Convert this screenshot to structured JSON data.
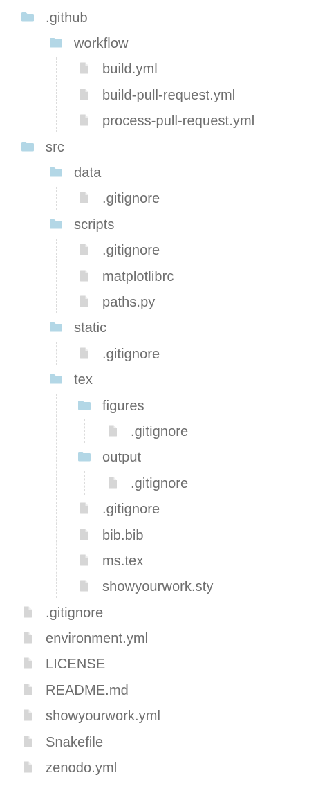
{
  "tree": {
    "items": [
      {
        "label": ".github",
        "type": "folder",
        "depth": 0
      },
      {
        "label": "workflow",
        "type": "folder",
        "depth": 1
      },
      {
        "label": "build.yml",
        "type": "file",
        "depth": 2
      },
      {
        "label": "build-pull-request.yml",
        "type": "file",
        "depth": 2
      },
      {
        "label": "process-pull-request.yml",
        "type": "file",
        "depth": 2
      },
      {
        "label": "src",
        "type": "folder",
        "depth": 0
      },
      {
        "label": "data",
        "type": "folder",
        "depth": 1
      },
      {
        "label": ".gitignore",
        "type": "file",
        "depth": 2
      },
      {
        "label": "scripts",
        "type": "folder",
        "depth": 1
      },
      {
        "label": ".gitignore",
        "type": "file",
        "depth": 2
      },
      {
        "label": "matplotlibrc",
        "type": "file",
        "depth": 2
      },
      {
        "label": "paths.py",
        "type": "file",
        "depth": 2
      },
      {
        "label": "static",
        "type": "folder",
        "depth": 1
      },
      {
        "label": ".gitignore",
        "type": "file",
        "depth": 2
      },
      {
        "label": "tex",
        "type": "folder",
        "depth": 1
      },
      {
        "label": "figures",
        "type": "folder",
        "depth": 2
      },
      {
        "label": ".gitignore",
        "type": "file",
        "depth": 3
      },
      {
        "label": "output",
        "type": "folder",
        "depth": 2
      },
      {
        "label": ".gitignore",
        "type": "file",
        "depth": 3
      },
      {
        "label": ".gitignore",
        "type": "file",
        "depth": 2
      },
      {
        "label": "bib.bib",
        "type": "file",
        "depth": 2
      },
      {
        "label": "ms.tex",
        "type": "file",
        "depth": 2
      },
      {
        "label": "showyourwork.sty",
        "type": "file",
        "depth": 2
      },
      {
        "label": ".gitignore",
        "type": "file",
        "depth": 0
      },
      {
        "label": "environment.yml",
        "type": "file",
        "depth": 0
      },
      {
        "label": "LICENSE",
        "type": "file",
        "depth": 0
      },
      {
        "label": "README.md",
        "type": "file",
        "depth": 0
      },
      {
        "label": "showyourwork.yml",
        "type": "file",
        "depth": 0
      },
      {
        "label": "Snakefile",
        "type": "file",
        "depth": 0
      },
      {
        "label": "zenodo.yml",
        "type": "file",
        "depth": 0
      }
    ]
  },
  "colors": {
    "folder_icon": "#b3d7e6",
    "file_icon": "#d6d6d6",
    "text": "#6e6e6e",
    "guide_line": "#dcdcdc"
  },
  "icons": {
    "folder": "folder-icon",
    "file": "file-icon"
  }
}
